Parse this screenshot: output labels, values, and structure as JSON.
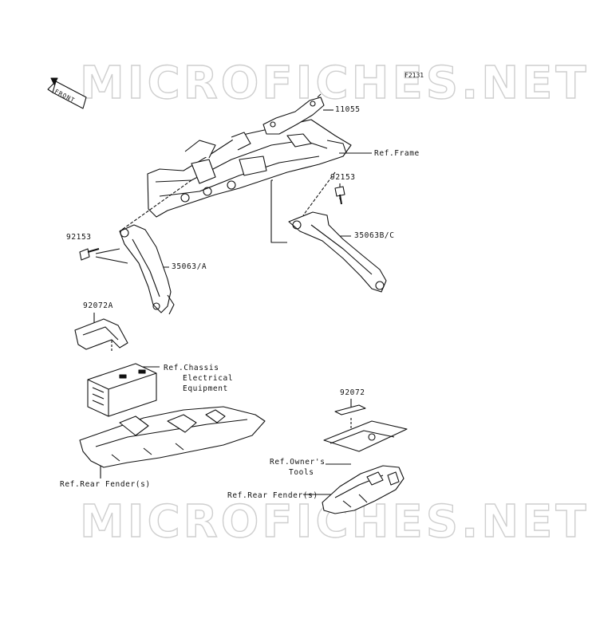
{
  "diagram": {
    "figure_code": "F2131",
    "front_label": "FRONT",
    "watermark_top": "MICROFICHES.NET",
    "watermark_bottom": "MICROFICHES.NET",
    "labels": {
      "p11055": "11055",
      "ref_frame": "Ref.Frame",
      "p92153_right": "92153",
      "p92153_left": "92153",
      "p35063bc": "35063B/C",
      "p35063a": "35063/A",
      "p92072a": "92072A",
      "ref_chassis_1": "Ref.Chassis",
      "ref_chassis_2": "Electrical",
      "ref_chassis_3": "Equipment",
      "p92072": "92072",
      "ref_owners_1": "Ref.Owner's",
      "ref_owners_2": "Tools",
      "ref_rear_fender_left": "Ref.Rear Fender(s)",
      "ref_rear_fender_right": "Ref.Rear Fender(s)"
    }
  }
}
